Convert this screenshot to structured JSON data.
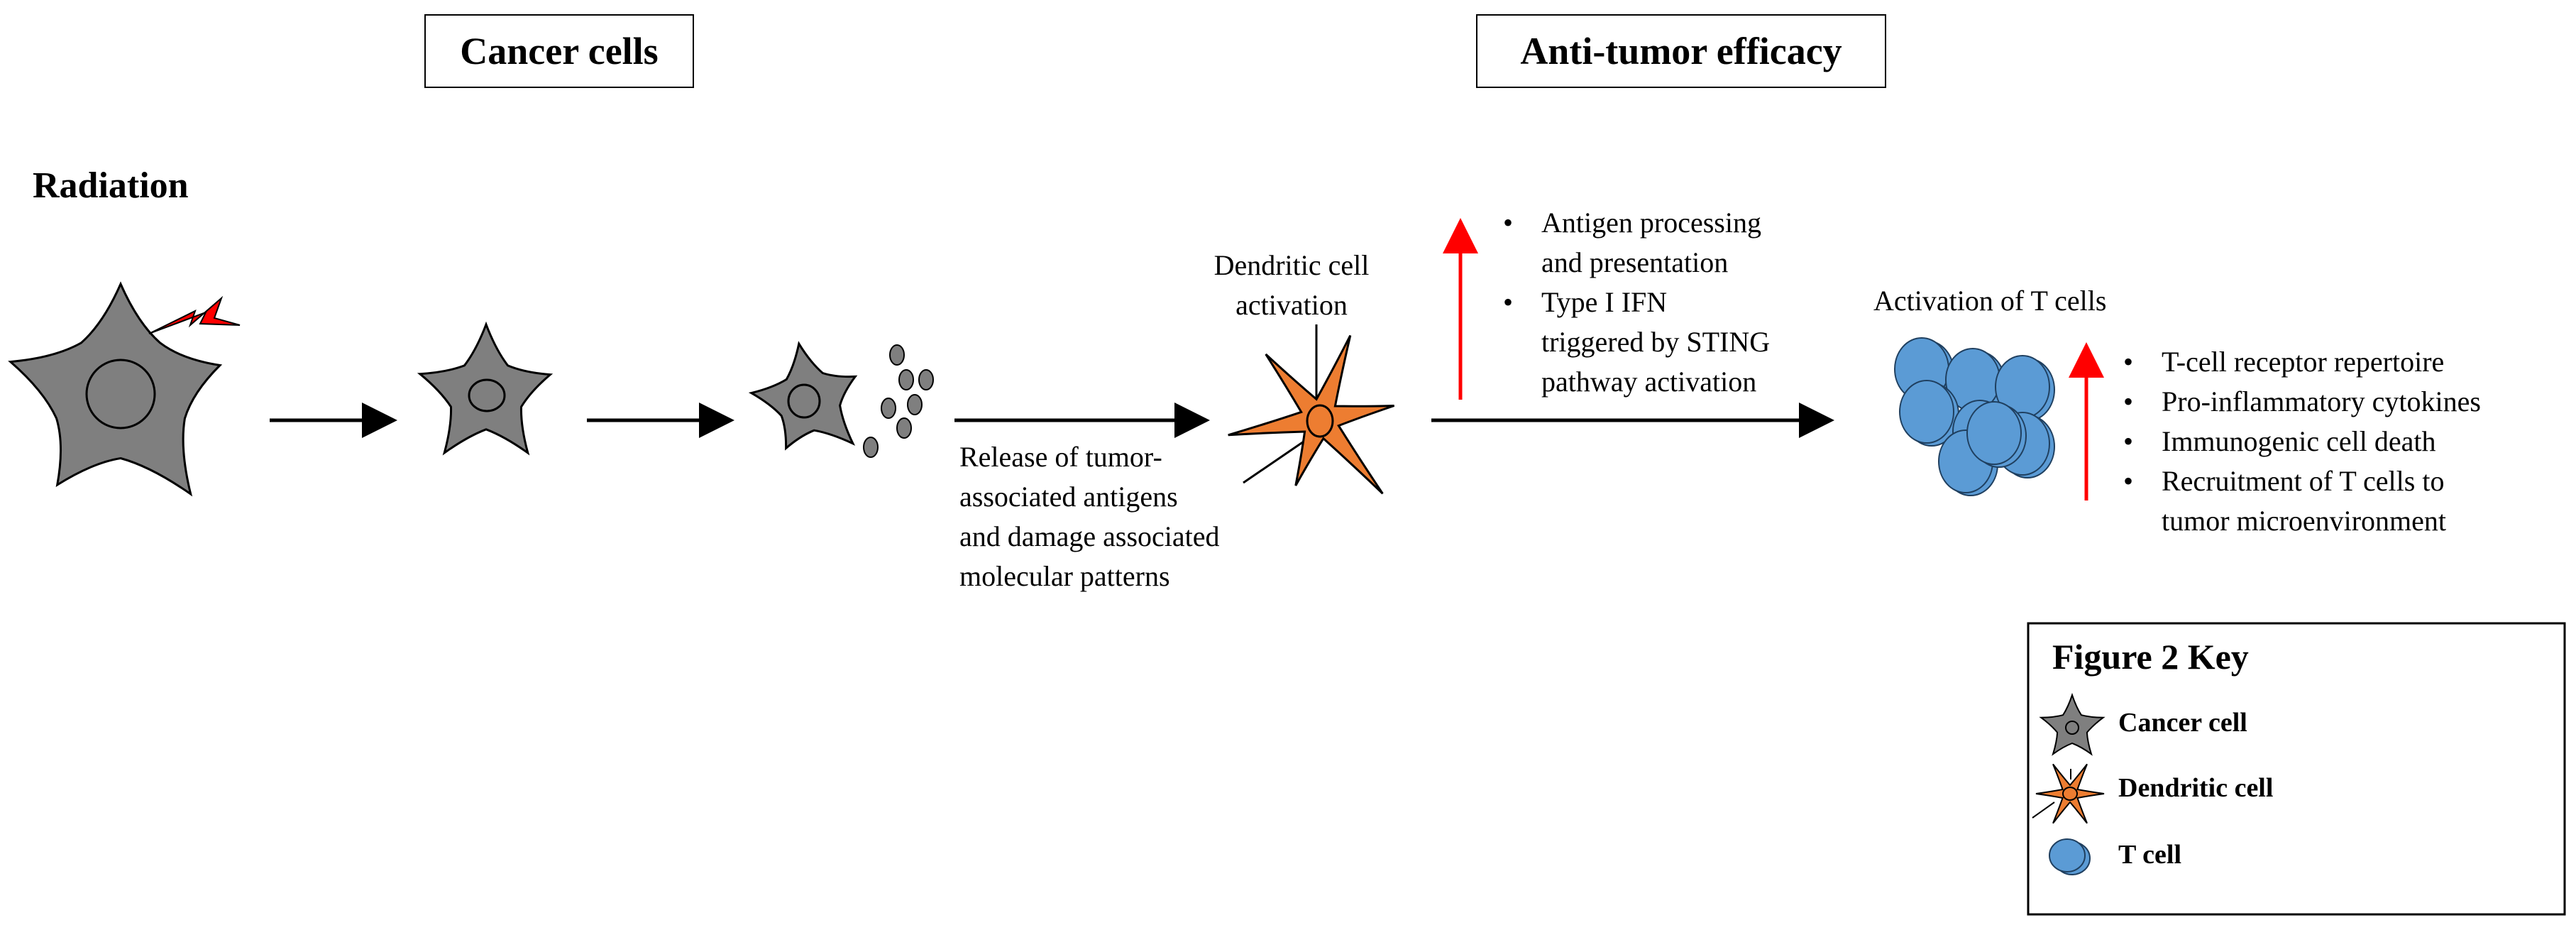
{
  "headers": {
    "cancer_cells": "Cancer cells",
    "anti_tumor": "Anti-tumor  efficacy",
    "radiation": "Radiation"
  },
  "labels": {
    "release": [
      "Release  of tumor-",
      "associated antigens",
      "and damage  associated",
      "molecular  patterns"
    ],
    "dendritic_activation": [
      "Dendritic  cell",
      "activation"
    ],
    "t_activation": "Activation  of T cells"
  },
  "bullets_dc": [
    {
      "lines": [
        "Antigen  processing",
        "and presentation"
      ]
    },
    {
      "lines": [
        "Type I IFN",
        "triggered  by STING",
        "pathway activation"
      ]
    }
  ],
  "bullets_t": [
    {
      "lines": [
        "T-cell receptor repertoire"
      ]
    },
    {
      "lines": [
        "Pro-inflammatory  cytokines"
      ]
    },
    {
      "lines": [
        "Immunogenic  cell death"
      ]
    },
    {
      "lines": [
        "Recruitment  of T cells to",
        "tumor microenvironment"
      ]
    }
  ],
  "key": {
    "title": "Figure 2 Key",
    "items": [
      "Cancer cell",
      "Dendritic cell",
      "T cell"
    ]
  },
  "colors": {
    "cancer_fill": "#7f7f7f",
    "dendritic_fill": "#ed7d31",
    "tcell_fill": "#5b9bd5",
    "tcell_stroke": "#2e5f8a",
    "up_arrow": "#ff0000",
    "lightning": "#ff0000"
  },
  "icons": [
    "lightning-bolt-icon",
    "up-arrow-icon",
    "right-arrow-icon"
  ]
}
